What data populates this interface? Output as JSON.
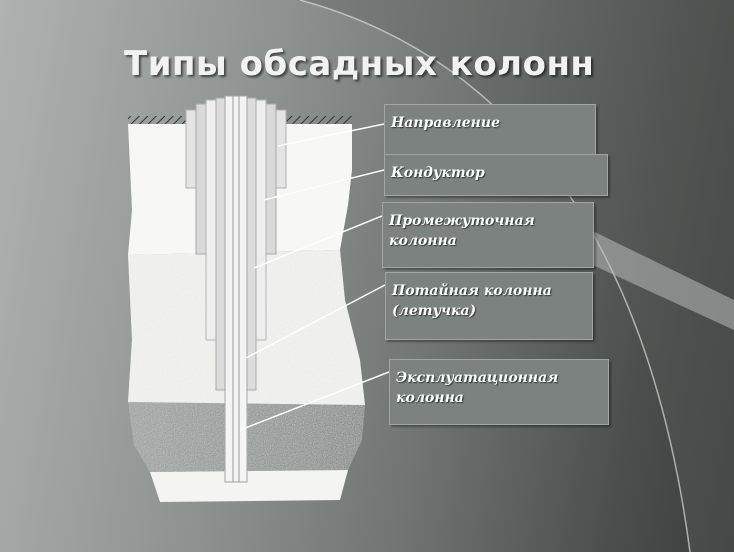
{
  "slide": {
    "title": "Типы обсадных колонн"
  },
  "labels": [
    {
      "id": "napravlenie",
      "text": "Направление"
    },
    {
      "id": "konduktor",
      "text": "Кондуктор"
    },
    {
      "id": "promezhutochnaya",
      "text": "Промежуточная\nколонна"
    },
    {
      "id": "potaynaya",
      "text": "Потайная колонна\n(летучка)"
    },
    {
      "id": "ekspluatatsionnaya",
      "text": "Эксплуатационная\nколонна"
    }
  ],
  "colors": {
    "background_light": "#aeb2b0",
    "background_dark": "#3a3d3c",
    "label_box": "#7c8280",
    "label_text": "#ffffff",
    "title_text": "#f2f2f2",
    "leader_line": "#ffffff"
  }
}
